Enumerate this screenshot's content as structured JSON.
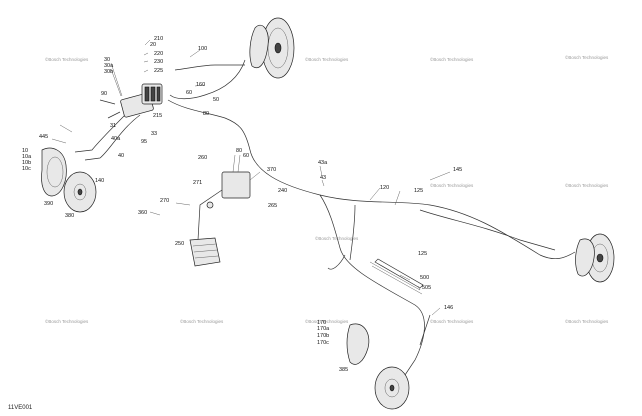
{
  "diagram": {
    "figure_id": "11VE001",
    "watermark": "©Bosch Technologies",
    "callouts": [
      "210",
      "20",
      "220",
      "230",
      "225",
      "30",
      "30a",
      "30b",
      "100",
      "160",
      "90",
      "50",
      "60",
      "80",
      "215",
      "31",
      "40a",
      "33",
      "95",
      "40",
      "445",
      "10",
      "10a",
      "10b",
      "10c",
      "140",
      "390",
      "380",
      "260",
      "80",
      "60",
      "370",
      "271",
      "240",
      "270",
      "265",
      "360",
      "250",
      "43a",
      "43",
      "120",
      "125",
      "145",
      "125",
      "500",
      "505",
      "146",
      "170",
      "170a",
      "170b",
      "170c",
      "385"
    ]
  }
}
